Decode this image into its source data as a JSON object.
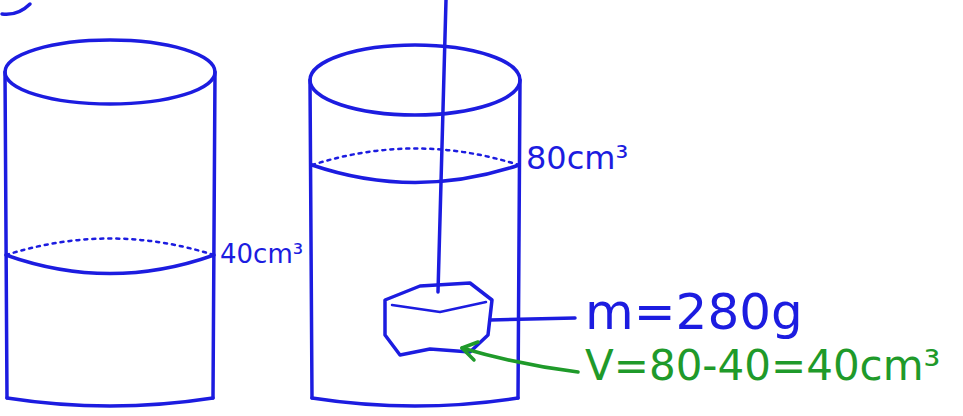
{
  "diagram": {
    "labels": [
      "40cm³",
      "80cm³",
      "m=280g",
      "V=80-40=40cm³"
    ]
  }
}
